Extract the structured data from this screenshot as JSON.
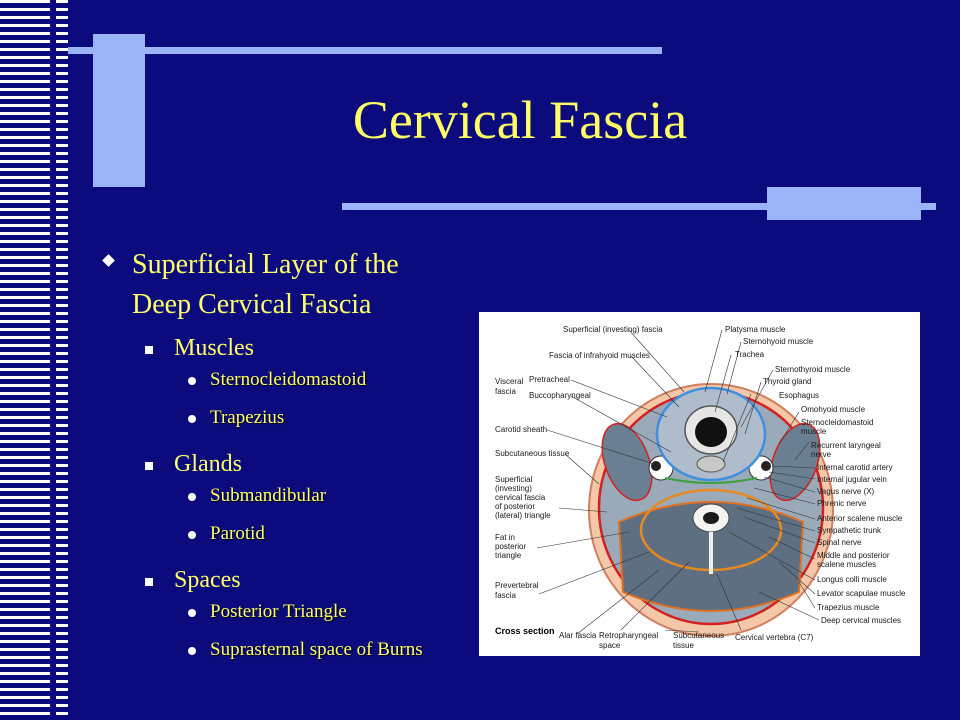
{
  "slide": {
    "title": "Cervical Fascia",
    "bullets": [
      {
        "text_line1": "Superficial Layer of the",
        "text_line2": "Deep Cervical Fascia",
        "groups": [
          {
            "label": "Muscles",
            "items": [
              "Sternocleidomastoid",
              "Trapezius"
            ]
          },
          {
            "label": "Glands",
            "items": [
              "Submandibular",
              "Parotid"
            ]
          },
          {
            "label": "Spaces",
            "items": [
              "Posterior Triangle",
              "Suprasternal space of Burns"
            ]
          }
        ]
      }
    ]
  },
  "figure": {
    "caption": "Cross section",
    "labels_left": [
      "Superficial (investing) fascia",
      "Fascia of infrahyoid muscles",
      "Visceral",
      "fascia",
      "Pretracheal",
      "Buccopharyngeal",
      "Carotid sheath",
      "Subcutaneous tissue",
      "Superficial",
      "(investing)",
      "cervical fascia",
      "of posterior",
      "(lateral) triangle",
      "Fat in",
      "posterior",
      "triangle",
      "Prevertebral",
      "fascia"
    ],
    "labels_right": [
      "Platysma muscle",
      "Sternohyoid muscle",
      "Trachea",
      "Sternothyroid muscle",
      "Thyroid gland",
      "Esophagus",
      "Omohyoid muscle",
      "Sternocleidomastoid",
      "muscle",
      "Recurrent laryngeal",
      "nerve",
      "Internal carotid artery",
      "Internal jugular vein",
      "Vagus nerve (X)",
      "Phrenic nerve",
      "Anterior scalene muscle",
      "Sympathetic trunk",
      "Spinal nerve",
      "Middle and posterior",
      "scalene muscles",
      "Longus colli muscle",
      "Levator scapulae muscle",
      "Trapezius muscle",
      "Deep cervical muscles"
    ],
    "labels_bottom": [
      "Alar fascia",
      "Retropharyngeal",
      "space",
      "Subcutaneous",
      "tissue",
      "Cervical vertebra (C7)"
    ]
  }
}
